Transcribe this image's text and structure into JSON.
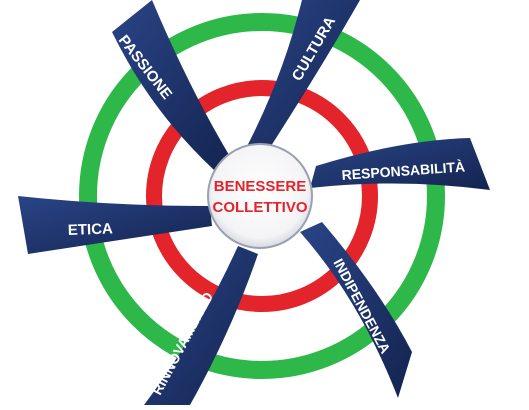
{
  "center": {
    "line1": "BENESSERE",
    "line2": "COLLETTIVO",
    "text_color": "#e3242b"
  },
  "colors": {
    "outer_ring": "#2fb84a",
    "inner_ring": "#e3242b",
    "blade": "#1b2f66",
    "center_fill": "#ffffff"
  },
  "blades": [
    {
      "id": "passione",
      "label": "PASSIONE"
    },
    {
      "id": "cultura",
      "label": "CULTURA"
    },
    {
      "id": "responsabilita",
      "label": "RESPONSABILITÀ"
    },
    {
      "id": "indipendenza",
      "label": "INDIPENDENZA"
    },
    {
      "id": "rinnovamento",
      "label": "RINNOVAMENTO"
    },
    {
      "id": "etica",
      "label": "ETICA"
    }
  ]
}
